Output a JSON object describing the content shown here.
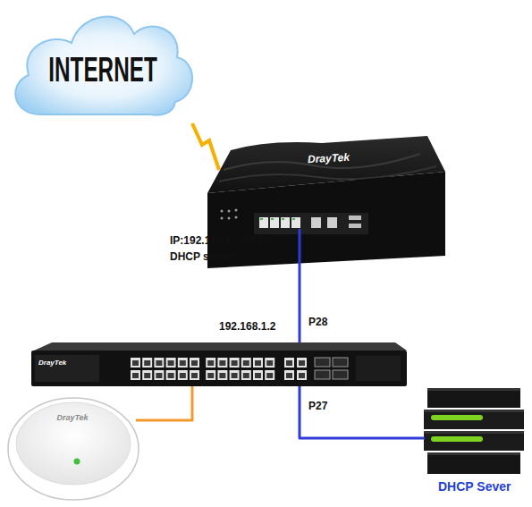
{
  "diagram": {
    "nodes": [
      {
        "text": [
          "INTERNET"
        ]
      },
      {
        "text": [
          "IP:192.168.1.1/24 tắt DHCP server"
        ]
      },
      {
        "text": [
          "192.168.1.2"
        ]
      },
      {
        "text": [
          "DrayTek"
        ]
      },
      {
        "text": [
          "DHCP Sever"
        ]
      }
    ],
    "edges": [
      {
        "from": 0,
        "to": 1,
        "arrow": "none"
      },
      {
        "from": 1,
        "to": 2,
        "label": "P28",
        "arrow": "none"
      },
      {
        "from": 2,
        "to": 4,
        "label": "P27",
        "arrow": "none"
      },
      {
        "from": 2,
        "to": 3,
        "arrow": "none"
      }
    ],
    "labels": [
      "DrayTek",
      "DrayTek"
    ]
  }
}
